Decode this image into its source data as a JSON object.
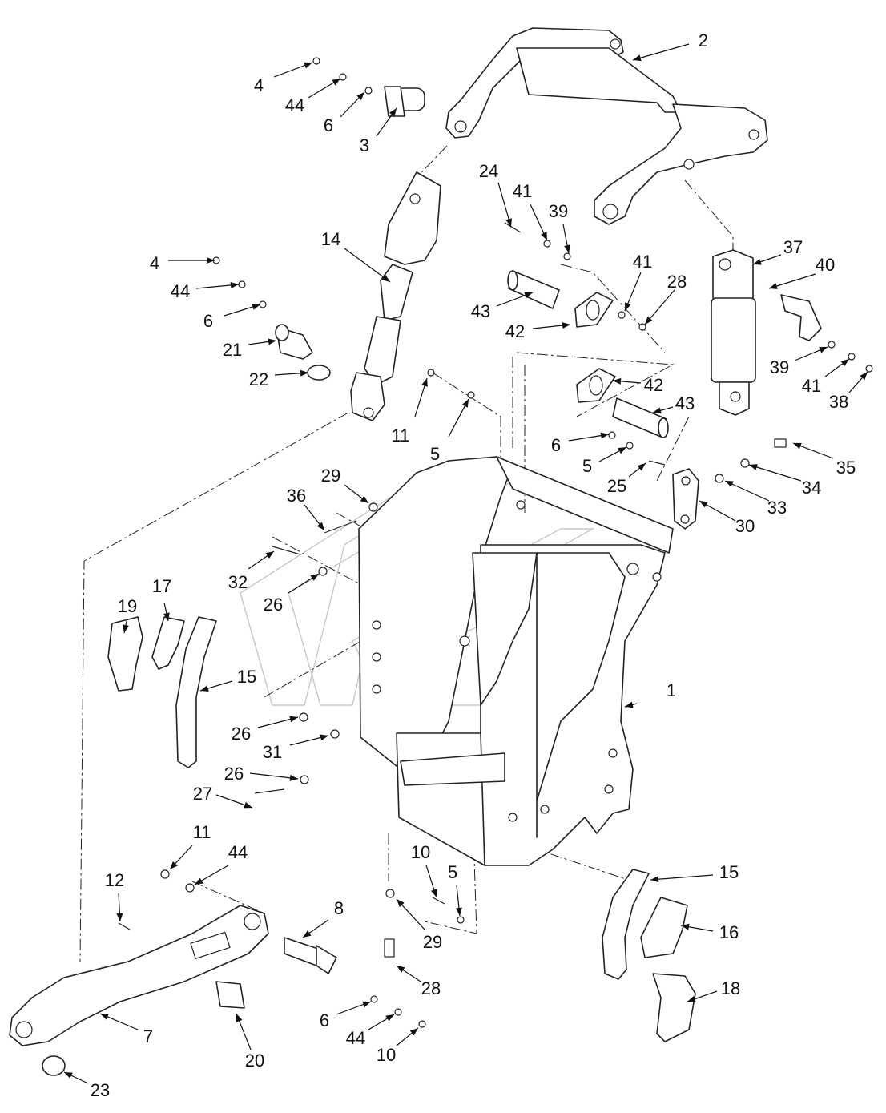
{
  "callouts": [
    {
      "text": "1"
    },
    {
      "text": "2"
    },
    {
      "text": "3"
    },
    {
      "text": "4"
    },
    {
      "text": "44"
    },
    {
      "text": "6"
    },
    {
      "text": "14"
    },
    {
      "text": "4"
    },
    {
      "text": "44"
    },
    {
      "text": "6"
    },
    {
      "text": "21"
    },
    {
      "text": "22"
    },
    {
      "text": "24"
    },
    {
      "text": "41"
    },
    {
      "text": "39"
    },
    {
      "text": "37"
    },
    {
      "text": "40"
    },
    {
      "text": "41"
    },
    {
      "text": "28"
    },
    {
      "text": "43"
    },
    {
      "text": "42"
    },
    {
      "text": "42"
    },
    {
      "text": "43"
    },
    {
      "text": "39"
    },
    {
      "text": "41"
    },
    {
      "text": "38"
    },
    {
      "text": "11"
    },
    {
      "text": "5"
    },
    {
      "text": "6"
    },
    {
      "text": "5"
    },
    {
      "text": "25"
    },
    {
      "text": "35"
    },
    {
      "text": "34"
    },
    {
      "text": "33"
    },
    {
      "text": "30"
    },
    {
      "text": "29"
    },
    {
      "text": "36"
    },
    {
      "text": "32"
    },
    {
      "text": "26"
    },
    {
      "text": "17"
    },
    {
      "text": "19"
    },
    {
      "text": "15"
    },
    {
      "text": "26"
    },
    {
      "text": "31"
    },
    {
      "text": "26"
    },
    {
      "text": "27"
    },
    {
      "text": "11"
    },
    {
      "text": "44"
    },
    {
      "text": "12"
    },
    {
      "text": "10"
    },
    {
      "text": "5"
    },
    {
      "text": "8"
    },
    {
      "text": "29"
    },
    {
      "text": "28"
    },
    {
      "text": "6"
    },
    {
      "text": "44"
    },
    {
      "text": "10"
    },
    {
      "text": "7"
    },
    {
      "text": "20"
    },
    {
      "text": "23"
    },
    {
      "text": "15"
    },
    {
      "text": "16"
    },
    {
      "text": "18"
    }
  ]
}
